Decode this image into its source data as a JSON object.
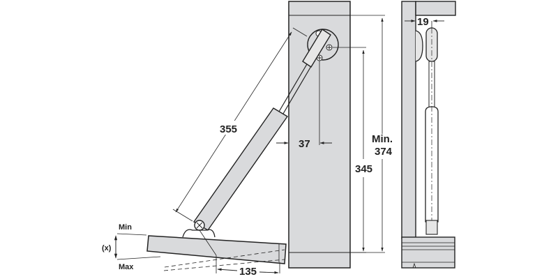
{
  "diagram": {
    "type": "technical-drawing",
    "subject": "gas strut / lid stay installation",
    "colors": {
      "panel_fill": "#d9dadc",
      "line": "#222222",
      "background": "#ffffff"
    },
    "dimensions": {
      "strut_length": "355",
      "hinge_offset": "37",
      "mount_height": "345",
      "min_label": "Min.",
      "min_height": "374",
      "side_offset": "19",
      "lower_offset": "135",
      "angle_min": "Min",
      "angle_max": "Max",
      "angle_var": "(x)"
    }
  }
}
